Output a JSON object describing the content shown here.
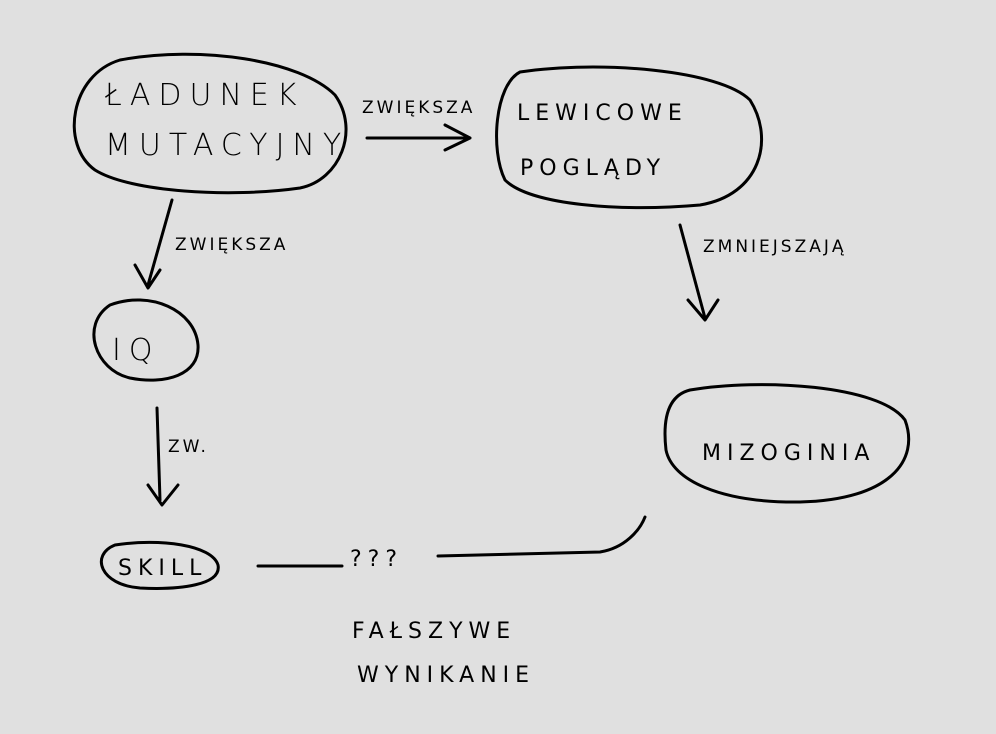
{
  "nodes": {
    "mutational_load": {
      "line1": "ŁADUNEK",
      "line2": "MUTACYJNY"
    },
    "left_views": {
      "line1": "LEWICOWE",
      "line2": "POGLĄDY"
    },
    "iq": {
      "label": "IQ"
    },
    "misogyny": {
      "label": "MIZOGINIA"
    },
    "skill": {
      "label": "SKILL"
    }
  },
  "edges": {
    "load_to_views": "ZWIĘKSZA",
    "load_to_iq": "ZWIĘKSZA",
    "views_to_misogyny": "ZMNIEJSZAJĄ",
    "iq_to_skill": "ZW.",
    "skill_misogyny": "???"
  },
  "caption": {
    "line1": "FAŁSZYWE",
    "line2": "WYNIKANIE"
  }
}
